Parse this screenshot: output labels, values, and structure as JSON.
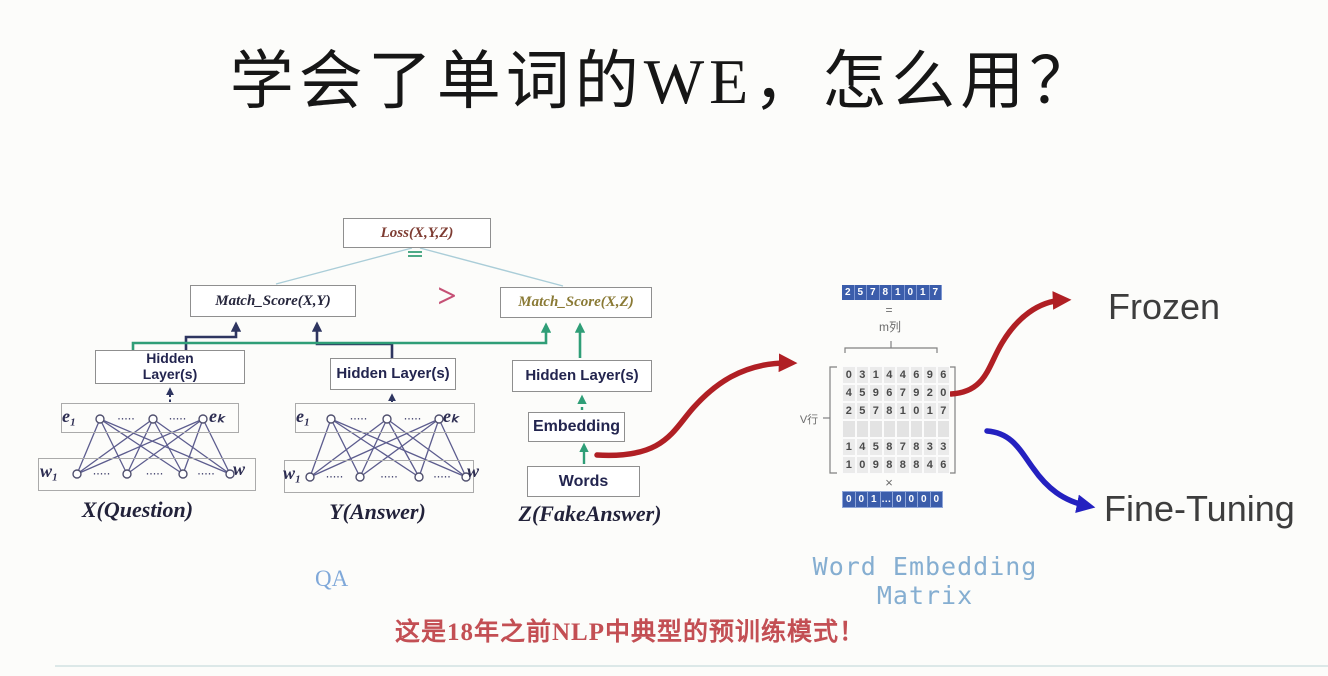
{
  "title": "学会了单词的WE，怎么用？",
  "qa_model": {
    "loss": "Loss(X,Y,Z)",
    "greater_than": ">",
    "match_score_xy": "Match_Score(X,Y)",
    "match_score_xz": "Match_Score(X,Z)",
    "hidden_line1": "Hidden",
    "hidden_line2": "Layer(s)",
    "hidden_full": "Hidden Layer(s)",
    "embedding": "Embedding",
    "words": "Words",
    "node_labels": {
      "e1": "e₁",
      "ek": "eₖ",
      "w1": "w₁",
      "w": "w",
      "dots": "·····"
    },
    "x_caption": "X(Question)",
    "y_caption": "Y(Answer)",
    "z_caption": "Z(FakeAnswer)",
    "qa_caption": "QA"
  },
  "embedding_matrix": {
    "caption": "Word Embedding Matrix",
    "row_vector": [
      "2",
      "5",
      "7",
      "8",
      "1",
      "0",
      "1",
      "7"
    ],
    "equals": "=",
    "m_cols_label": "m列",
    "v_rows_label": "V行",
    "rows": [
      [
        "0",
        "3",
        "1",
        "4",
        "4",
        "6",
        "9",
        "6"
      ],
      [
        "4",
        "5",
        "9",
        "6",
        "7",
        "9",
        "2",
        "0"
      ],
      [
        "2",
        "5",
        "7",
        "8",
        "1",
        "0",
        "1",
        "7"
      ],
      [
        "",
        "",
        "",
        "",
        "",
        "",
        "",
        ""
      ],
      [
        "1",
        "4",
        "5",
        "8",
        "7",
        "8",
        "3",
        "3"
      ],
      [
        "1",
        "0",
        "9",
        "8",
        "8",
        "8",
        "4",
        "6"
      ]
    ],
    "times": "×",
    "onehot_vector": [
      "0",
      "0",
      "1",
      "…",
      "0",
      "0",
      "0",
      "0"
    ]
  },
  "annotations": {
    "frozen": "Frozen",
    "fine_tuning": "Fine-Tuning",
    "bottom_note": "这是18年之前NLP中典型的预训练模式！"
  },
  "colors": {
    "red_arrow": "#b01f24",
    "blue_arrow": "#2421c0",
    "green_line": "#2f9e77",
    "navy_arrow": "#2e3560",
    "olive_text": "#8a7a35",
    "pink_gt": "#c55075",
    "caption_blue": "#7fa8d9",
    "note_red": "#c34f54",
    "vector_blue": "#3b5dab"
  }
}
